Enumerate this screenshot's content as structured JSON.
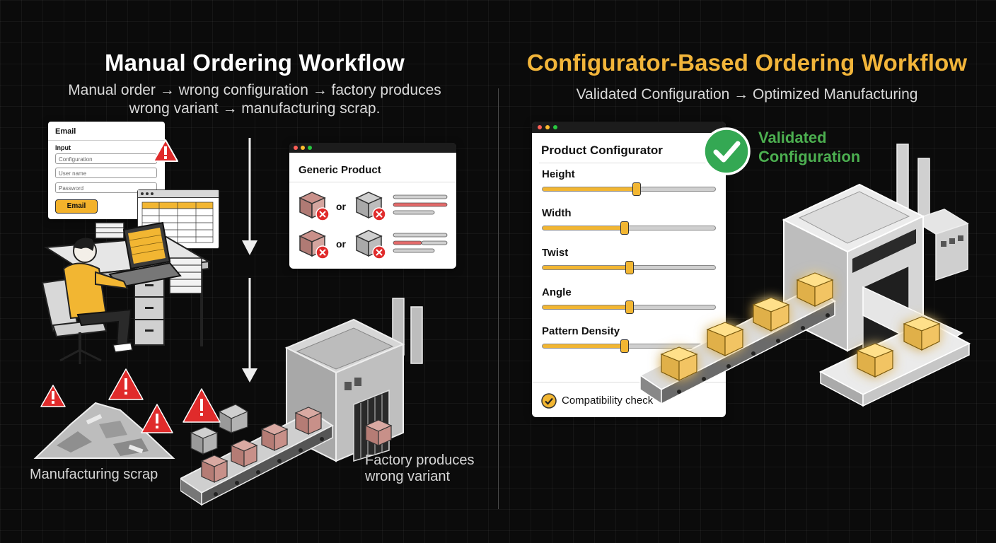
{
  "manual": {
    "title": "Manual Ordering Workflow",
    "subtitle_line1": "Manual order → wrong configuration → factory produces",
    "subtitle_line2": "wrong variant → manufacturing scrap.",
    "form": {
      "title": "Email",
      "section_label": "Input",
      "field_configuration": "Configuration",
      "field_username": "User name",
      "field_password": "Password",
      "button_label": "Email"
    },
    "generic_product": {
      "title": "Generic Product",
      "or_label_1": "or",
      "or_label_2": "or"
    },
    "scrap_caption": "Manufacturing scrap",
    "factory_caption_line1": "Factory produces",
    "factory_caption_line2": "wrong variant"
  },
  "configurator": {
    "title": "Configurator-Based Ordering Workflow",
    "subtitle": "Validated Configuration → Optimized Manufacturing",
    "panel_title": "Product Configurator",
    "validated_line1": "Validated",
    "validated_line2": "Configuration",
    "sliders": [
      {
        "label": "Height",
        "value": 0.54
      },
      {
        "label": "Width",
        "value": 0.47
      },
      {
        "label": "Twist",
        "value": 0.5
      },
      {
        "label": "Angle",
        "value": 0.5
      },
      {
        "label": "Pattern Density",
        "value": 0.47
      }
    ],
    "compatibility_label": "Compatibility check"
  },
  "colors": {
    "accent_yellow": "#f2b632",
    "title_gold": "#f2b53a",
    "validated_green": "#4caf50",
    "warning_red": "#e02b2b"
  }
}
